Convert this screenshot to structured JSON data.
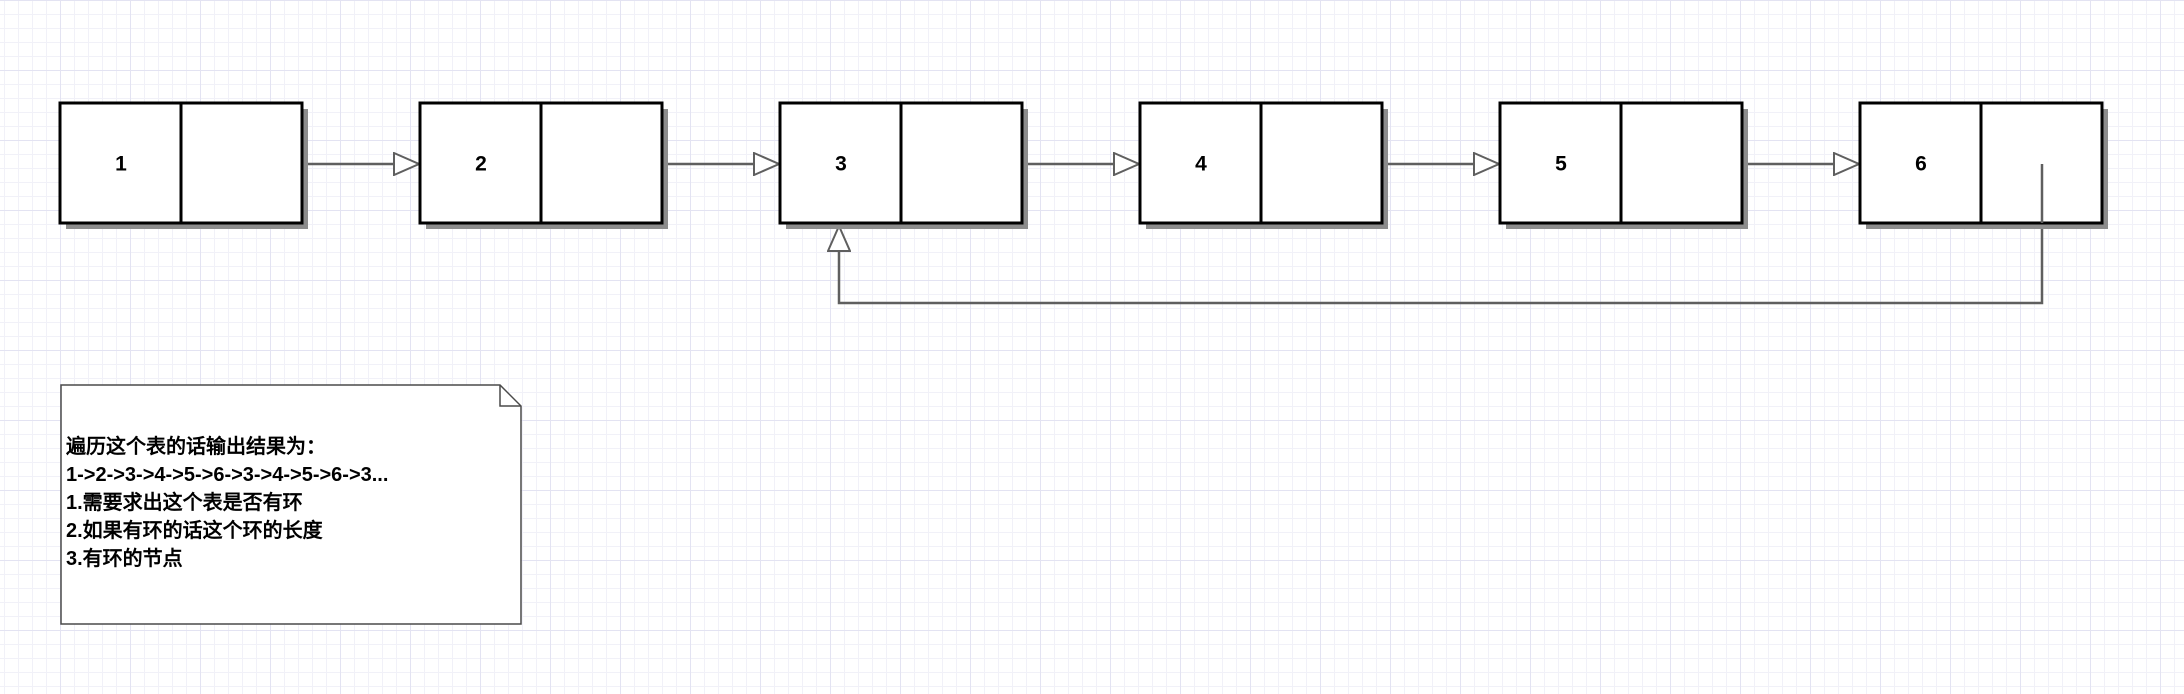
{
  "diagram": {
    "nodes": [
      {
        "id": "node-1",
        "label": "1"
      },
      {
        "id": "node-2",
        "label": "2"
      },
      {
        "id": "node-3",
        "label": "3"
      },
      {
        "id": "node-4",
        "label": "4"
      },
      {
        "id": "node-5",
        "label": "5"
      },
      {
        "id": "node-6",
        "label": "6"
      }
    ],
    "edges": [
      {
        "from": "node-1",
        "to": "node-2"
      },
      {
        "from": "node-2",
        "to": "node-3"
      },
      {
        "from": "node-3",
        "to": "node-4"
      },
      {
        "from": "node-4",
        "to": "node-5"
      },
      {
        "from": "node-5",
        "to": "node-6"
      },
      {
        "from": "node-6",
        "to": "node-3"
      }
    ],
    "note": {
      "lines": [
        "遍历这个表的话输出结果为：",
        "1->2->3->4->5->6->3->4->5->6->3...",
        "1.需要求出这个表是否有环",
        "2.如果有环的话这个环的长度",
        "3.有环的节点"
      ]
    },
    "colors": {
      "grid_major": "#e3e3f2",
      "grid_minor": "#f1f1f8",
      "node_border": "#000000",
      "node_shadow": "#8c8c8c",
      "arrow": "#5f5f5f",
      "background": "#ffffff"
    }
  }
}
